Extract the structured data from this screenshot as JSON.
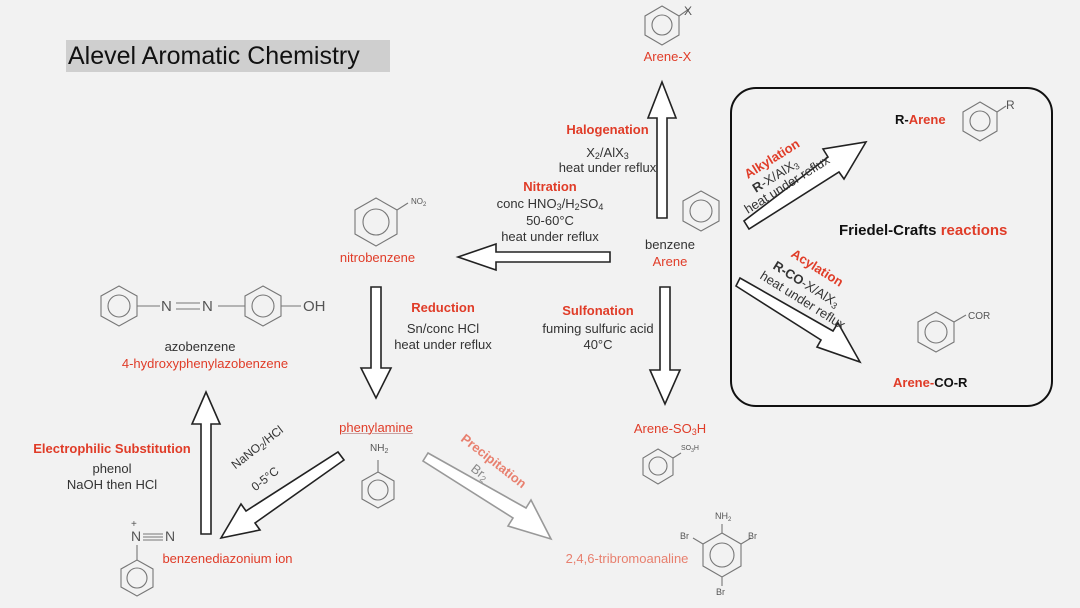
{
  "title": "Alevel Aromatic Chemistry",
  "colors": {
    "accent": "#e03c28",
    "text": "#333333",
    "grey": "#9a9a9a",
    "background": "#f2f2f2"
  },
  "center": {
    "name": "benzene",
    "alt": "Arene"
  },
  "halogenation": {
    "title": "Halogenation",
    "reagent": "X",
    "reagent_sub1": "2",
    "reagent_mid": "/AlX",
    "reagent_sub2": "3",
    "conditions": "heat under reflux",
    "product": "Arene-X",
    "product_sub": "X"
  },
  "nitration": {
    "title": "Nitration",
    "reagent": "conc HNO",
    "reagent_sub1": "3",
    "reagent_mid": "/H",
    "reagent_sub2": "2",
    "reagent_mid2": "SO",
    "reagent_sub3": "4",
    "temperature": "50-60°C",
    "conditions": "heat under reflux",
    "product": "nitrobenzene",
    "product_sub": "NO",
    "product_sub_sub": "2"
  },
  "reduction": {
    "title": "Reduction",
    "reagent": "Sn/conc HCl",
    "conditions": "heat under reflux",
    "product": "phenylamine",
    "product_sub": "NH",
    "product_sub_sub": "2"
  },
  "sulfonation": {
    "title": "Sulfonation",
    "reagent": "fuming sulfuric acid",
    "temperature": "40°C",
    "product_pre": "Arene-SO",
    "product_sub": "3",
    "product_post": "H",
    "substituent": "SO",
    "substituent_sub": "3",
    "substituent_post": "H"
  },
  "azo": {
    "name": "azobenzene",
    "product": "4-hydroxyphenylazobenzene",
    "n1": "N",
    "n2": "N",
    "oh": "OH"
  },
  "electrophilic": {
    "title": "Electrophilic Substitution",
    "reagent": "phenol",
    "conditions": "NaOH then HCl"
  },
  "diazotisation": {
    "reagent_pre": "NaNO",
    "reagent_sub1": "2",
    "reagent_post": "/HCl",
    "temperature": "0-5°C",
    "product": "benzenediazonium ion",
    "plus": "+",
    "n1": "N",
    "n2": "N"
  },
  "precipitation": {
    "title": "Precipitation",
    "reagent": "Br",
    "reagent_sub": "2",
    "product": "2,4,6-tribromoanaline",
    "nh2": "NH",
    "nh2_sub": "2",
    "br": "Br"
  },
  "friedel_crafts": {
    "label": "Friedel-Crafts",
    "label_accent": "reactions",
    "alkylation": {
      "title": "Alkylation",
      "reagent_pre": "R",
      "reagent_post": "-X/AlX",
      "reagent_sub": "3",
      "conditions": "heat under reflux",
      "product_pre": "R-",
      "product_accent": "Arene",
      "substituent": "R"
    },
    "acylation": {
      "title": "Acylation",
      "reagent_pre": "R-CO",
      "reagent_post": "-X/AlX",
      "reagent_sub": "3",
      "conditions": "heat under reflux",
      "product_accent": "Arene-",
      "product_post": "CO-R",
      "substituent": "COR"
    }
  }
}
